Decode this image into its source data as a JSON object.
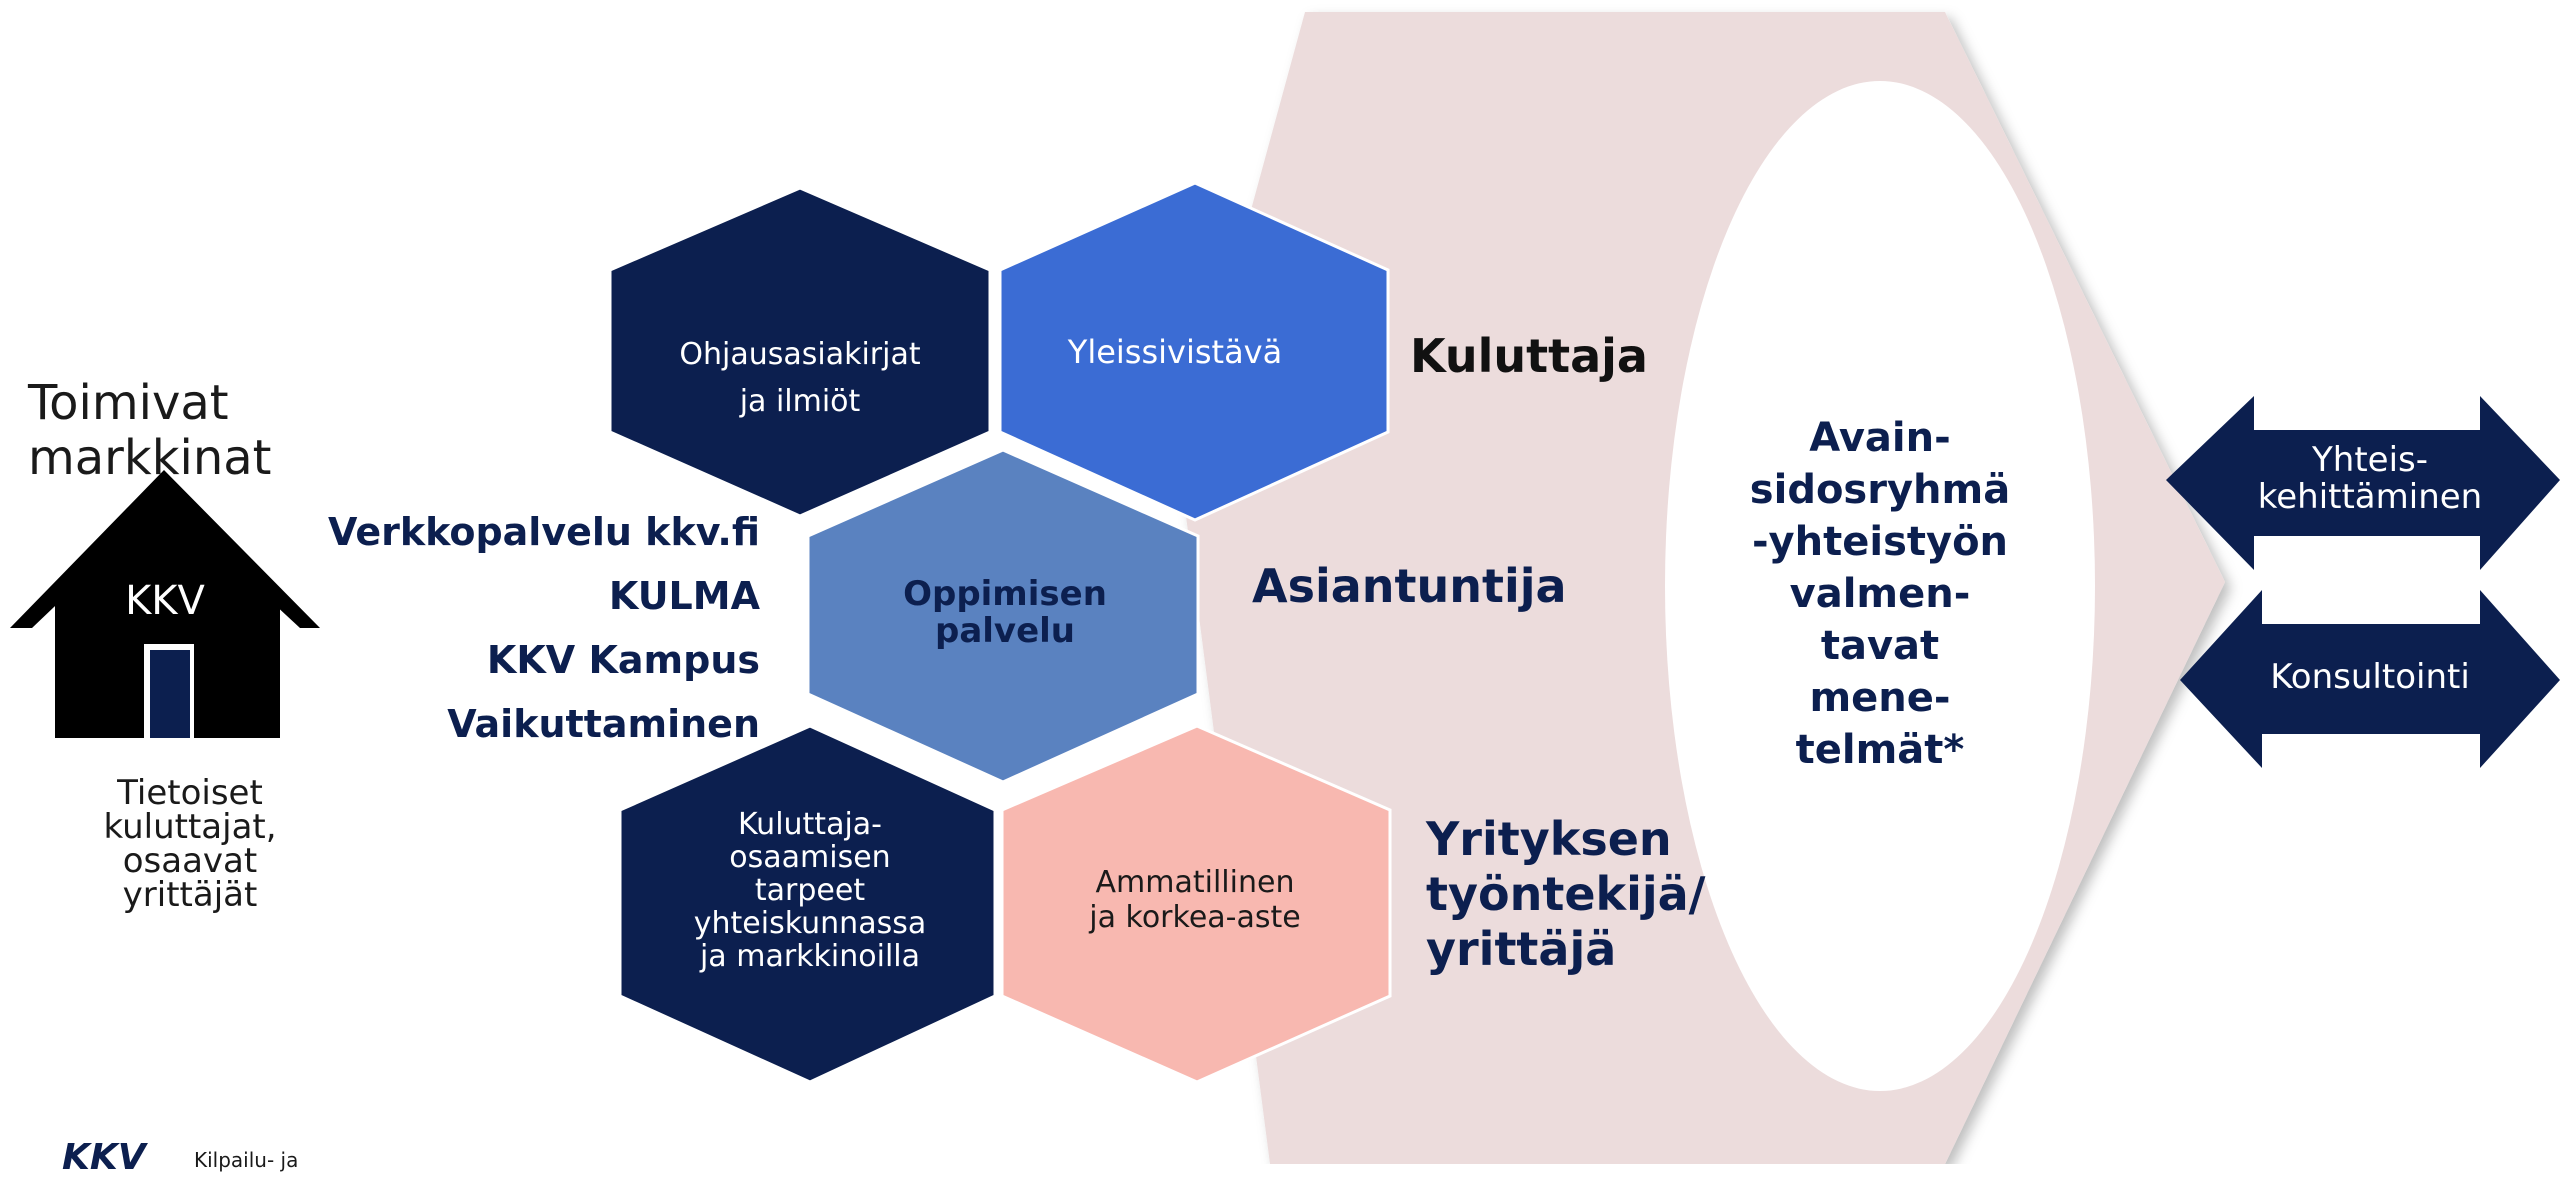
{
  "left": {
    "heading": "Toimivat markkinat",
    "house_label": "KKV",
    "caption": "Tietoiset\nkuluttajat,\nosaavat\nyrittäjät",
    "logo_text": "KKV",
    "logo_sub": "Kilpailu- ja"
  },
  "hexagons": {
    "top_left": "Ohjausasiakirjat\nja ilmiöt",
    "top_right": "Yleissivistävä",
    "center": "Oppimisen\npalvelu",
    "bottom_left": "Kuluttaja-\nosaamisen\ntarpeet\nyhteiskunnassa\nja markkinoilla",
    "bottom_right": "Ammatillinen\nja korkea-aste"
  },
  "channels": [
    "Verkkopalvelu kkv.fi",
    "KULMA",
    "KKV Kampus",
    "Vaikuttaminen"
  ],
  "audiences": {
    "consumer": "Kuluttaja",
    "expert": "Asiantuntija",
    "business": "Yrityksen\ntyöntekijä/\nyrittäjä"
  },
  "ellipse_text": "Avain-\nsidosryhmä\n-yhteistyön\nvalmen-\ntavat\nmene-\ntelmät*",
  "arrows": [
    "Yhteis-\nkehittäminen",
    "Konsultointi"
  ],
  "colors": {
    "navy": "#0c1f4f",
    "royal_blue": "#3b6cd4",
    "steel_blue": "#5a82c0",
    "salmon": "#f8b8b0",
    "panel": "#ecdcdc"
  }
}
